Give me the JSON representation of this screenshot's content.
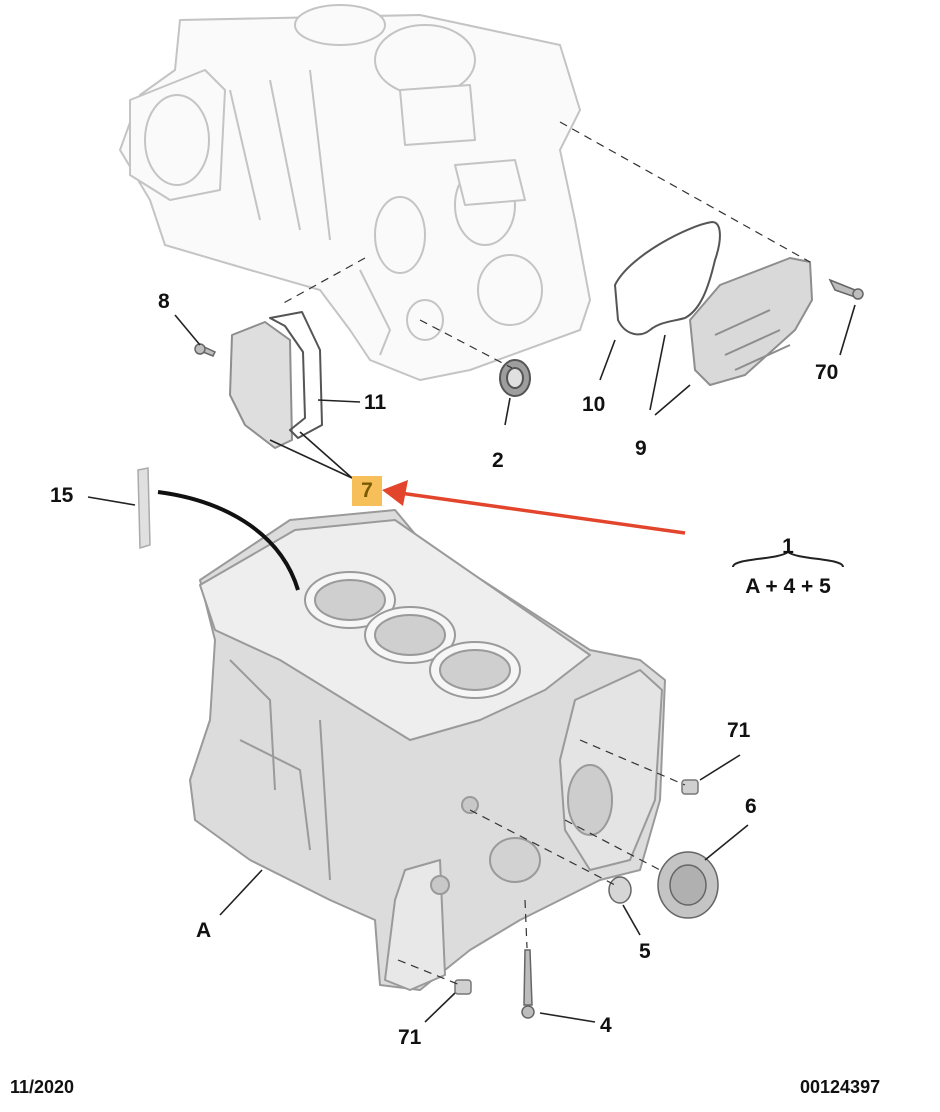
{
  "callouts": {
    "c8": "8",
    "c11": "11",
    "c2": "2",
    "c10": "10",
    "c9": "9",
    "c70": "70",
    "c7": "7",
    "c15": "15",
    "cA": "A",
    "c71a": "71",
    "c71b": "71",
    "c6": "6",
    "c5": "5",
    "c4": "4"
  },
  "formula": {
    "top": "1",
    "bottom": "A + 4 + 5"
  },
  "footer": {
    "date": "11/2020",
    "ref": "00124397"
  },
  "colors": {
    "highlight": "#f6bf5a",
    "arrow": "#e2452b",
    "line": "#222222",
    "part_fill": "#f2f2f2",
    "part_stroke": "#b5b5b5"
  }
}
